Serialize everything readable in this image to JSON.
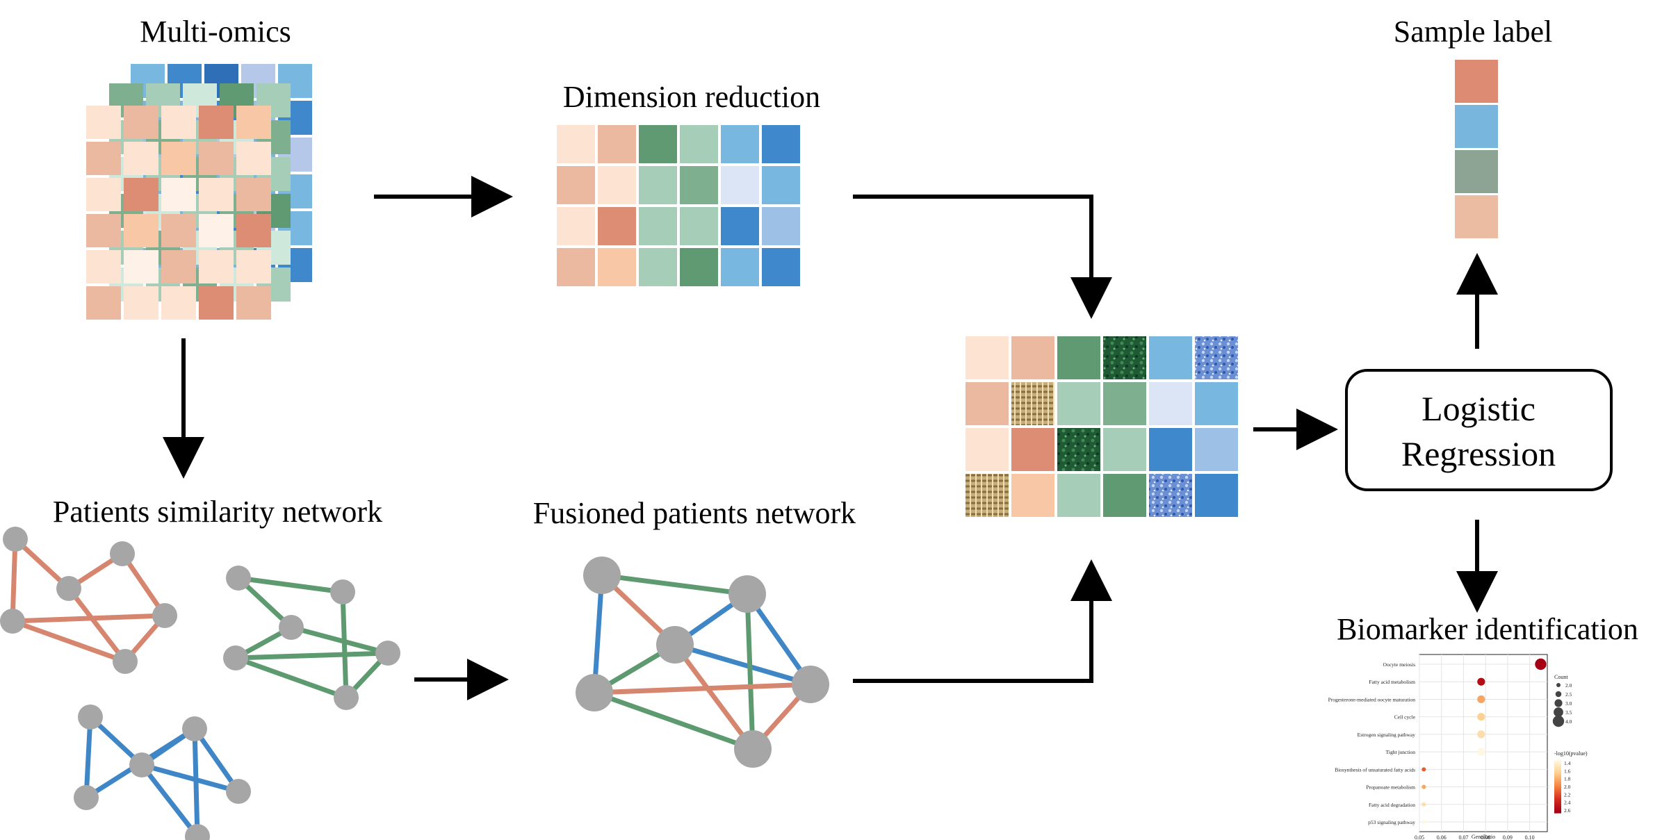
{
  "titles": {
    "multi_omics": "Multi-omics",
    "dimension_reduction": "Dimension reduction",
    "sample_label": "Sample label",
    "patients_network": "Patients similarity network",
    "fusioned_network": "Fusioned patients network",
    "biomarker": "Biomarker identification"
  },
  "model_box": {
    "line1": "Logistic",
    "line2": "Regression"
  },
  "colors": {
    "orange": [
      "#fde3d2",
      "#eab99f",
      "#f7c7a6",
      "#dc8d73",
      "#fdf1e8"
    ],
    "green": [
      "#7eb08f",
      "#a5cdb7",
      "#cfe8dc",
      "#5f9a72"
    ],
    "blue": [
      "#78b7e0",
      "#3f88cc",
      "#2f6fb8",
      "#b6c8e9",
      "#9dc0e6",
      "#dbe5f5"
    ],
    "edge_orange": "#d6866e",
    "edge_green": "#5e9a6f",
    "edge_blue": "#3f86c6",
    "node": "#a6a6a6",
    "label_swatches": [
      "#dd8b73",
      "#78b6dd",
      "#8da393",
      "#ebbca2"
    ]
  },
  "chart_data": {
    "type": "scatter",
    "subtype": "dotplot",
    "xlabel": "GeneRatio",
    "x_ticks": [
      "0.05",
      "0.06",
      "0.07",
      "0.08",
      "0.09",
      "0.10"
    ],
    "xlim": [
      0.05,
      0.108
    ],
    "categories": [
      "Oocyte meiosis",
      "Fatty acid metabolism",
      "Progesterone-mediated oocyte maturation",
      "Cell cycle",
      "Estrogen signaling pathway",
      "Tight junction",
      "Biosynthesis of unsaturated fatty acids",
      "Propanoate metabolism",
      "Fatty acid degradation",
      "p53 signaling pathway"
    ],
    "points": [
      {
        "term": "Oocyte meiosis",
        "x": 0.105,
        "count": 4.0,
        "log10p": 2.6
      },
      {
        "term": "Fatty acid metabolism",
        "x": 0.078,
        "count": 3.0,
        "log10p": 2.5
      },
      {
        "term": "Progesterone-mediated oocyte maturation",
        "x": 0.078,
        "count": 3.0,
        "log10p": 1.8
      },
      {
        "term": "Cell cycle",
        "x": 0.078,
        "count": 3.0,
        "log10p": 1.6
      },
      {
        "term": "Estrogen signaling pathway",
        "x": 0.078,
        "count": 3.0,
        "log10p": 1.5
      },
      {
        "term": "Tight junction",
        "x": 0.078,
        "count": 3.0,
        "log10p": 1.3
      },
      {
        "term": "Biosynthesis of unsaturated fatty acids",
        "x": 0.052,
        "count": 2.0,
        "log10p": 2.1
      },
      {
        "term": "Propanoate metabolism",
        "x": 0.052,
        "count": 2.0,
        "log10p": 1.8
      },
      {
        "term": "Fatty acid degradation",
        "x": 0.052,
        "count": 2.0,
        "log10p": 1.5
      },
      {
        "term": "p53 signaling pathway",
        "x": 0.052,
        "count": 2.0,
        "log10p": 1.3
      }
    ],
    "legend_count": {
      "title": "Count",
      "values": [
        "2.0",
        "2.5",
        "3.0",
        "3.5",
        "4.0"
      ]
    },
    "legend_color": {
      "title": "-log10(pvalue)",
      "values": [
        "1.4",
        "1.6",
        "1.8",
        "2.0",
        "2.2",
        "2.4",
        "2.6"
      ]
    },
    "grid": true
  }
}
